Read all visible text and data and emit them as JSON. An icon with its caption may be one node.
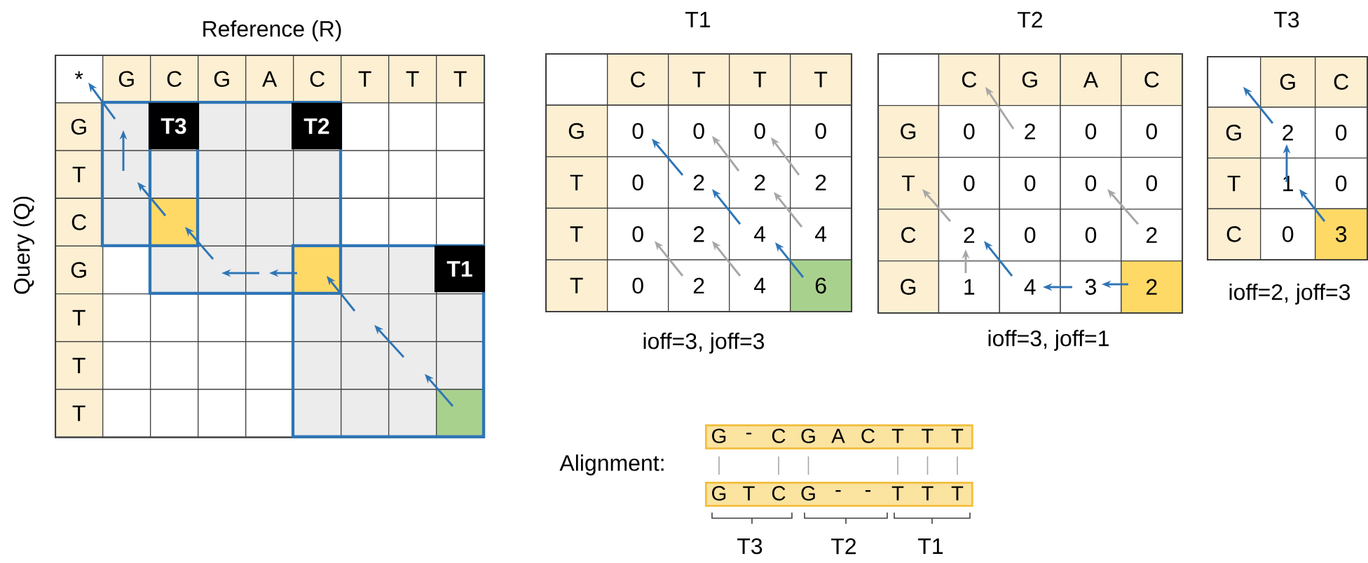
{
  "diagram": {
    "nodes": [
      {
        "text": [
          "*",
          "G",
          "C",
          "G",
          "A",
          "C",
          "T",
          "T",
          "T",
          "G",
          "T",
          "C",
          "G",
          "T",
          "T",
          "T"
        ],
        "beside": [
          "Reference (R)",
          "Query (Q)"
        ]
      },
      {
        "text": [
          "T3"
        ],
        "in": 0
      },
      {
        "text": [
          "T2"
        ],
        "in": 0
      },
      {
        "text": [
          "T1"
        ],
        "in": 0
      },
      {
        "text": [
          "C",
          "T",
          "T",
          "T",
          "G",
          "0",
          "0",
          "0",
          "0",
          "T",
          "0",
          "2",
          "2",
          "2",
          "T",
          "0",
          "2",
          "4",
          "4",
          "T",
          "0",
          "2",
          "4",
          "6"
        ],
        "beside": [
          "T1",
          "ioff=3, joff=3"
        ]
      },
      {
        "text": [
          "C",
          "G",
          "A",
          "C",
          "G",
          "0",
          "2",
          "0",
          "0",
          "T",
          "0",
          "0",
          "0",
          "0",
          "C",
          "2",
          "0",
          "0",
          "2",
          "G",
          "1",
          "4",
          "3",
          "2"
        ],
        "beside": [
          "T2",
          "ioff=3, joff=1"
        ]
      },
      {
        "text": [
          "G",
          "C",
          "G",
          "2",
          "0",
          "T",
          "1",
          "0",
          "C",
          "0",
          "3"
        ],
        "beside": [
          "T3",
          "ioff=2, joff=3"
        ]
      },
      {
        "text": [
          "G",
          "-",
          "C",
          "G",
          "A",
          "C",
          "T",
          "T",
          "T"
        ]
      },
      {
        "text": [
          "G",
          "T",
          "C",
          "G",
          "-",
          "-",
          "T",
          "T",
          "T"
        ]
      }
    ],
    "edges": [
      {
        "from": 7,
        "to": 8,
        "arrow": "none"
      },
      {
        "from": 7,
        "to": 8,
        "arrow": "none"
      },
      {
        "from": 7,
        "to": 8,
        "arrow": "none"
      },
      {
        "from": 7,
        "to": 8,
        "arrow": "none"
      },
      {
        "from": 7,
        "to": 8,
        "arrow": "none"
      },
      {
        "from": 7,
        "to": 8,
        "arrow": "none"
      }
    ],
    "labels": [
      "Alignment:",
      "T3",
      "T2",
      "T1"
    ]
  }
}
